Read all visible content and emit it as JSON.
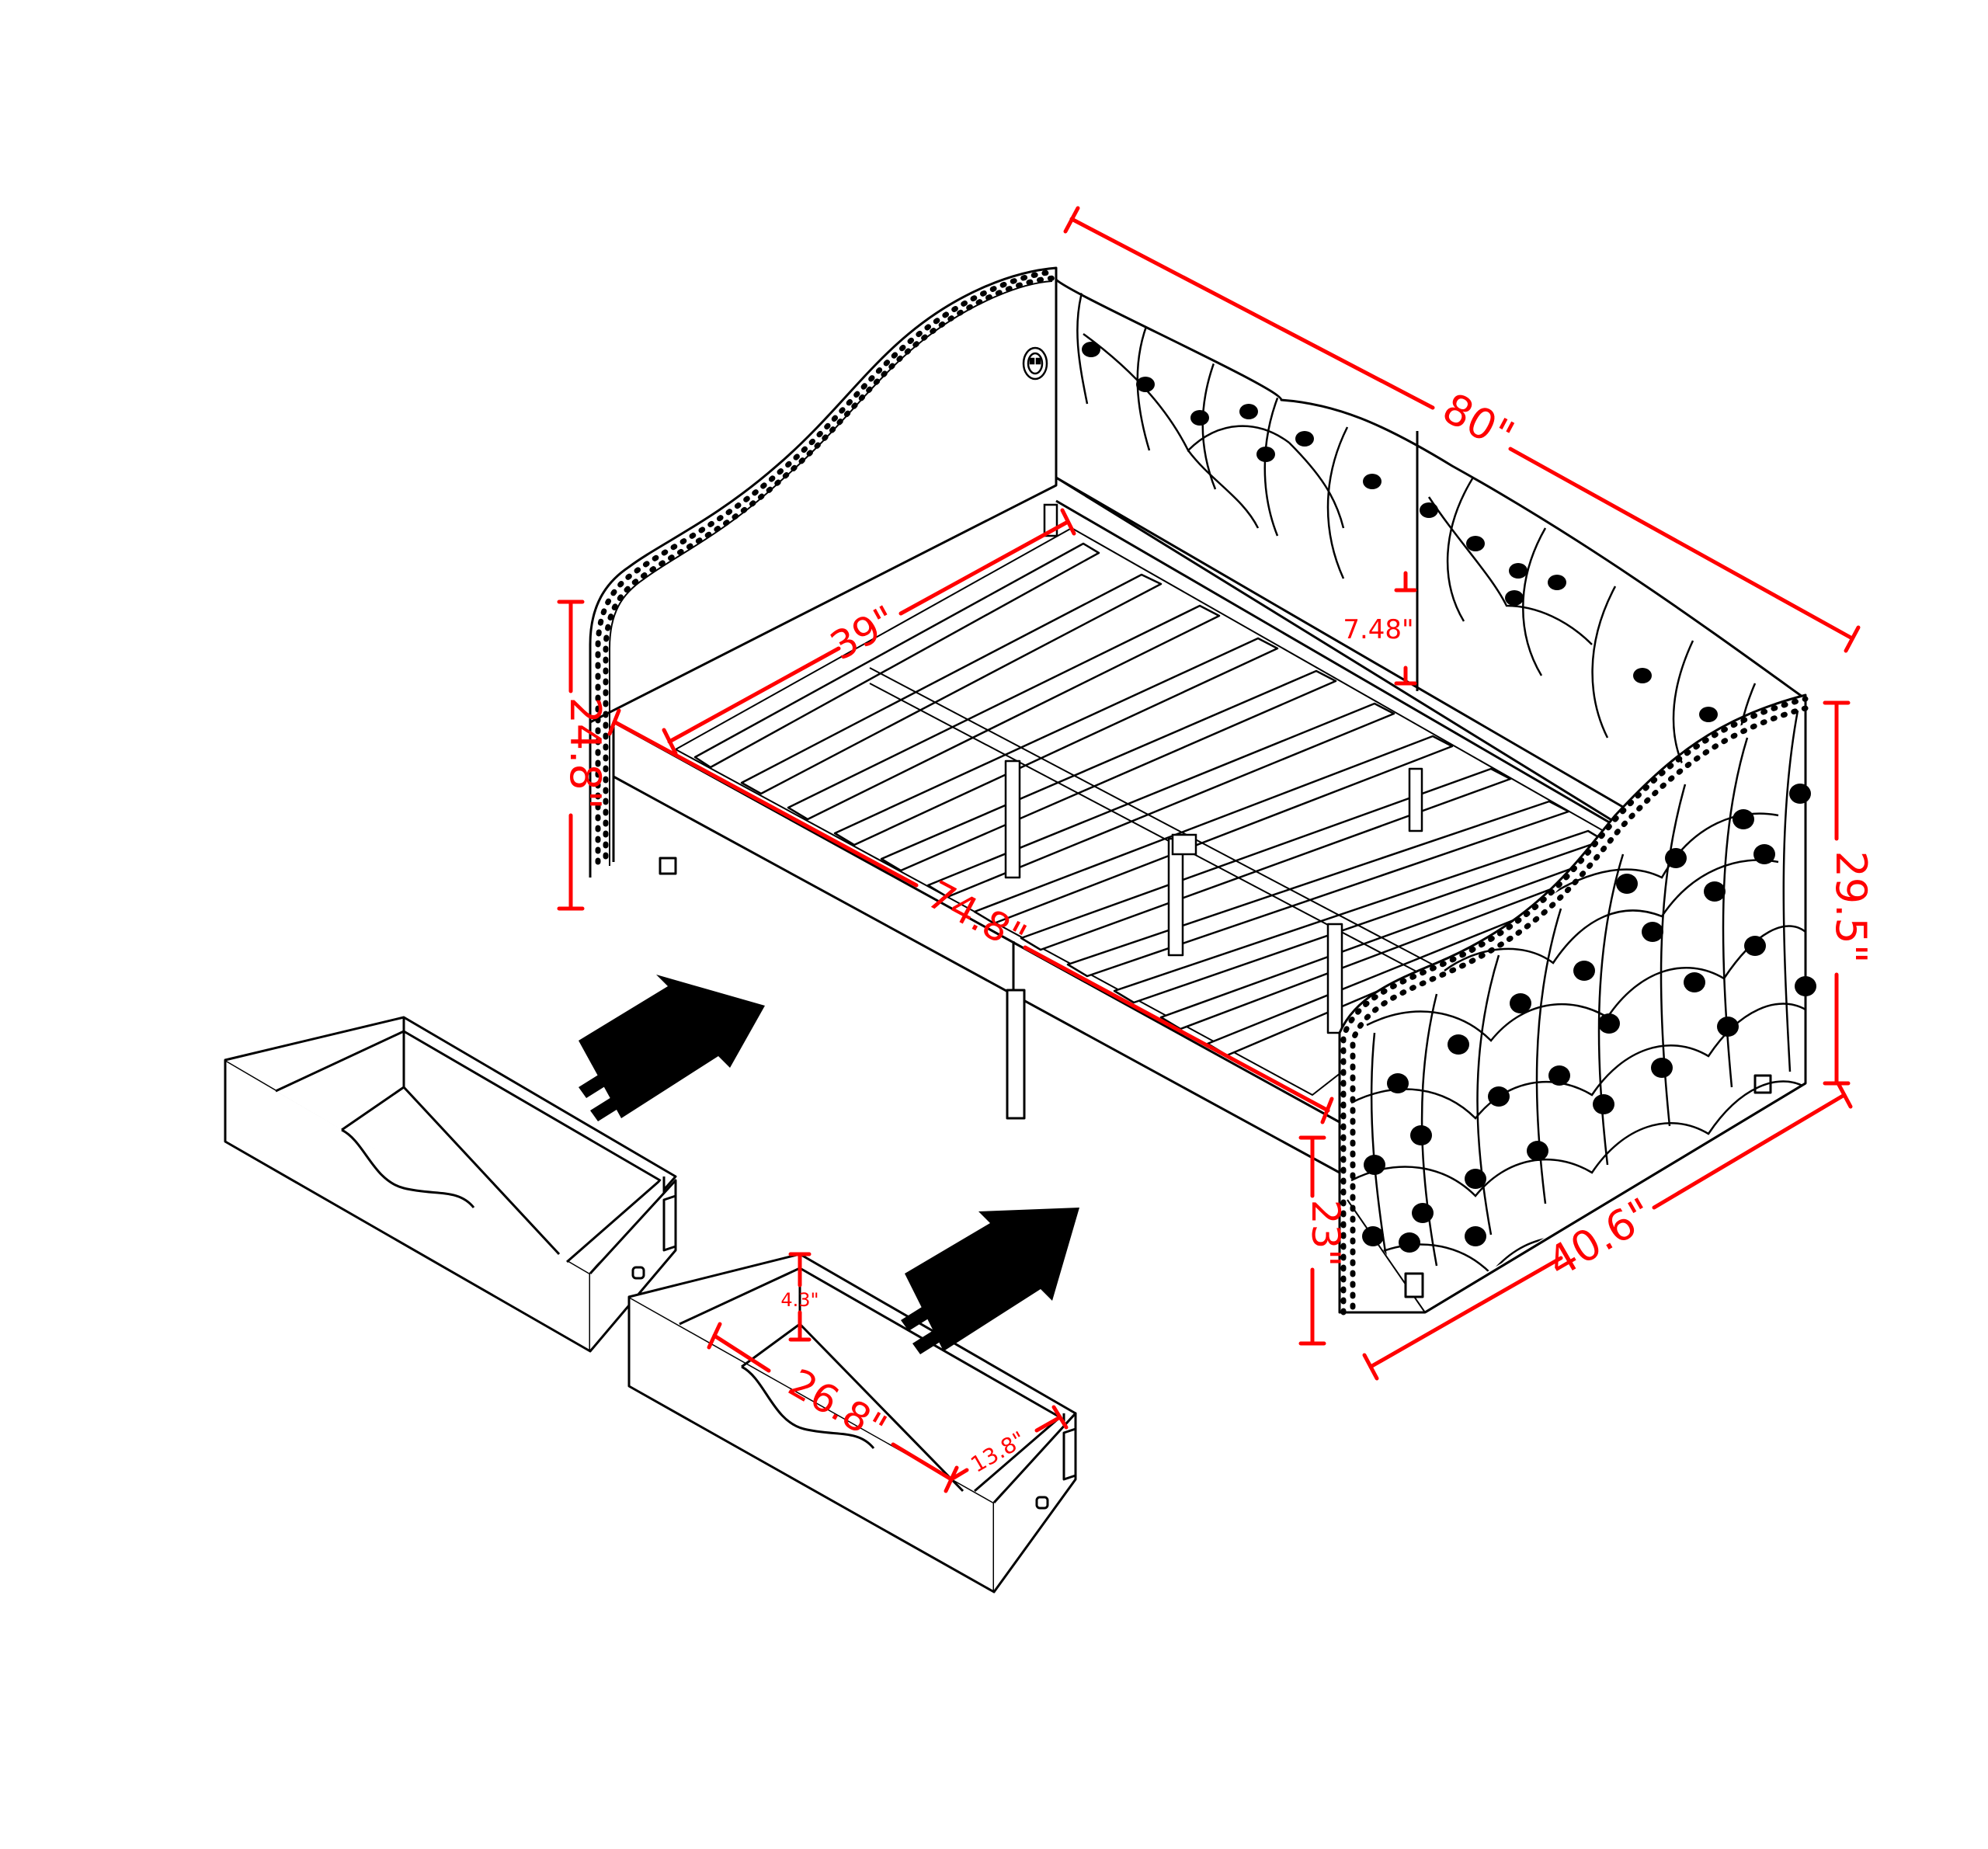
{
  "dimensions": {
    "overall_length": "80\"",
    "overall_width": "40.6\"",
    "overall_height": "29.5\"",
    "arm_height": "24.8\"",
    "mattress_length": "74.8\"",
    "mattress_width": "39\"",
    "rail_height": "7.48\"",
    "leg_height": "23\"",
    "drawer_length": "26.8\"",
    "drawer_width": "13.8\"",
    "drawer_depth": "4.3\""
  },
  "colors": {
    "dimension": "#ff0000",
    "line": "#000000",
    "background": "#ffffff"
  },
  "icons": [
    "usb-port-icon",
    "arrow-icon"
  ]
}
